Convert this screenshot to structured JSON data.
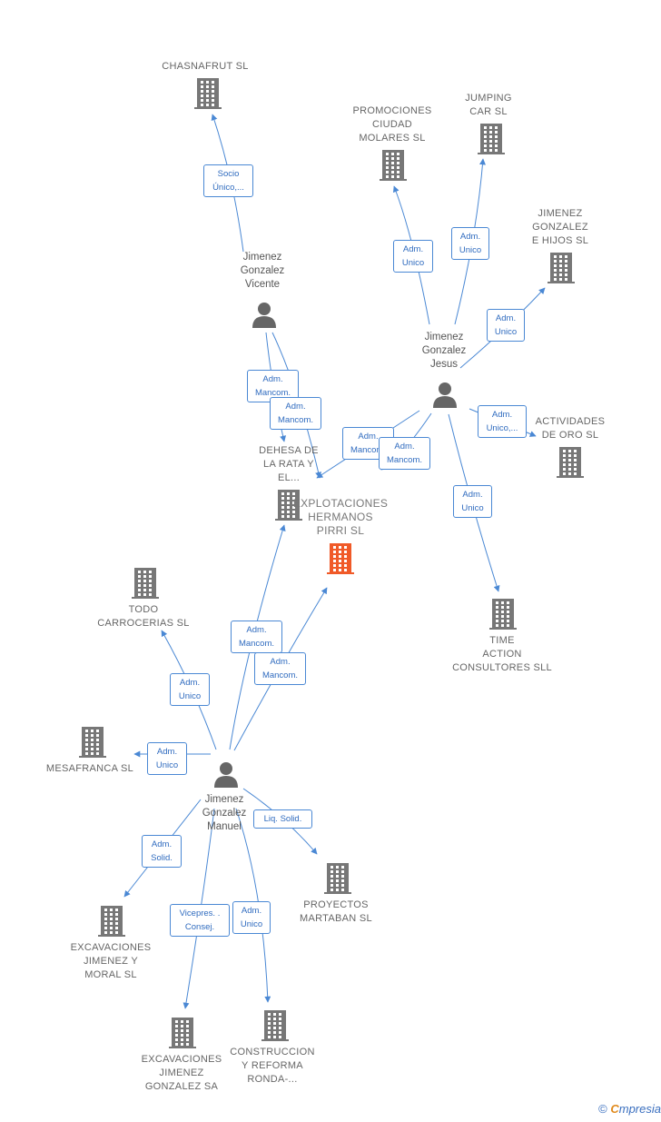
{
  "colors": {
    "edge": "#4a88d4",
    "company": "#777777",
    "focus_company": "#f05a28",
    "person": "#666666"
  },
  "companies": [
    {
      "id": "c_chasnafrut",
      "label": "CHASNAFRUT SL",
      "focus": false
    },
    {
      "id": "c_promociones",
      "label": "PROMOCIONES CIUDAD MOLARES SL",
      "focus": false
    },
    {
      "id": "c_jumping",
      "label": "JUMPING CAR SL",
      "focus": false
    },
    {
      "id": "c_jimhijos",
      "label": "JIMENEZ GONZALEZ E HIJOS SL",
      "focus": false
    },
    {
      "id": "c_actividades",
      "label": "ACTIVIDADES DE ORO SL",
      "focus": false
    },
    {
      "id": "c_dehesa",
      "label": "DEHESA DE LA RATA Y EL...",
      "focus": false
    },
    {
      "id": "c_explotaciones",
      "label": "EXPLOTACIONES HERMANOS PIRRI SL",
      "focus": true
    },
    {
      "id": "c_time",
      "label": "TIME ACTION CONSULTORES SLL",
      "focus": false
    },
    {
      "id": "c_todo",
      "label": "TODO CARROCERIAS SL",
      "focus": false
    },
    {
      "id": "c_mesafranca",
      "label": "MESAFRANCA SL",
      "focus": false
    },
    {
      "id": "c_proyectos",
      "label": "PROYECTOS MARTABAN SL",
      "focus": false
    },
    {
      "id": "c_excjm",
      "label": "EXCAVACIONES JIMENEZ Y MORAL SL",
      "focus": false
    },
    {
      "id": "c_excjg",
      "label": "EXCAVACIONES JIMENEZ GONZALEZ SA",
      "focus": false
    },
    {
      "id": "c_construccion",
      "label": "CONSTRUCCION Y REFORMA RONDA-...",
      "focus": false
    }
  ],
  "people": [
    {
      "id": "p_vicente",
      "label": "Jimenez Gonzalez Vicente"
    },
    {
      "id": "p_jesus",
      "label": "Jimenez Gonzalez Jesus"
    },
    {
      "id": "p_manuel",
      "label": "Jimenez Gonzalez Manuel"
    }
  ],
  "roles": [
    {
      "id": "r1",
      "label": "Socio Único,..."
    },
    {
      "id": "r2",
      "label": "Adm. Mancom."
    },
    {
      "id": "r3",
      "label": "Adm. Mancom."
    },
    {
      "id": "r4",
      "label": "Adm. Unico"
    },
    {
      "id": "r5",
      "label": "Adm. Unico"
    },
    {
      "id": "r6",
      "label": "Adm. Unico"
    },
    {
      "id": "r7",
      "label": "Adm. Unico,..."
    },
    {
      "id": "r8",
      "label": "Adm. Mancom."
    },
    {
      "id": "r9",
      "label": "Adm. Mancom."
    },
    {
      "id": "r10",
      "label": "Adm. Unico"
    },
    {
      "id": "r11",
      "label": "Adm. Mancom."
    },
    {
      "id": "r12",
      "label": "Adm. Mancom."
    },
    {
      "id": "r13",
      "label": "Adm. Unico"
    },
    {
      "id": "r14",
      "label": "Adm. Unico"
    },
    {
      "id": "r15",
      "label": "Liq. Solid."
    },
    {
      "id": "r16",
      "label": "Adm. Solid."
    },
    {
      "id": "r17",
      "label": "Vicepres. Consej."
    },
    {
      "id": "r18",
      "label": "Adm. Unico"
    }
  ],
  "brand": {
    "copyright": "©",
    "e": "C",
    "name": "mpresia"
  }
}
